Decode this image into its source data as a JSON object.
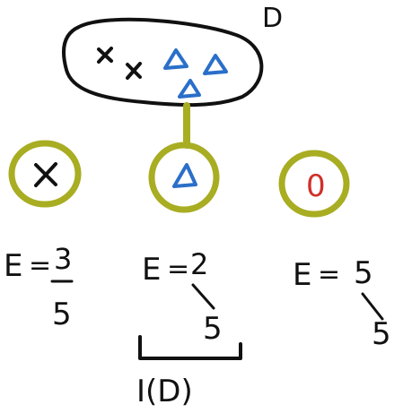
{
  "colors": {
    "ink": "#111111",
    "blue": "#2a6fc9",
    "red": "#d0302a",
    "olive": "#a8ad22"
  },
  "dataset": {
    "label": "D",
    "x_marks": [
      "x",
      "x"
    ],
    "triangles": 3
  },
  "leaves": [
    {
      "symbol": "x",
      "formula": {
        "lhs": "E",
        "eq": "=",
        "num": "3",
        "den": "5"
      }
    },
    {
      "symbol": "triangle",
      "formula": {
        "lhs": "E",
        "eq": "=",
        "num": "2",
        "den": "5"
      }
    },
    {
      "symbol": "0",
      "formula": {
        "lhs": "E",
        "eq": "=",
        "num": "5",
        "den": "5"
      }
    }
  ],
  "bracket_label": "I(D)"
}
